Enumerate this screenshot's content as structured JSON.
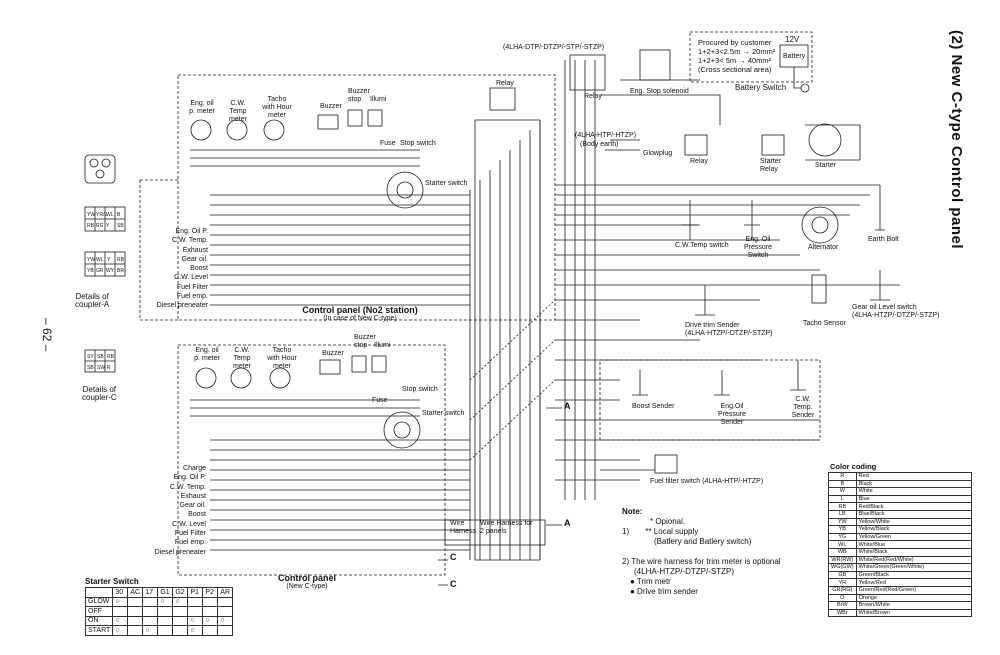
{
  "title": "(2) New C-type Control panel",
  "page_number": "– 62 –",
  "coupler_a": {
    "caption": [
      "Details of",
      "coupler-A"
    ],
    "grid1": [
      "YW",
      "YR/L",
      "WL",
      "B",
      "RB",
      "RG",
      "Y",
      "SB"
    ],
    "grid2": [
      "YW",
      "WL",
      "Y",
      "RB",
      "YB",
      "GR",
      "WY",
      "BR"
    ]
  },
  "coupler_c": {
    "caption": [
      "Details of",
      "coupler-C"
    ],
    "grid": [
      "SY",
      "SB",
      "RB",
      "SB",
      "SW",
      "R"
    ]
  },
  "panel_no2": {
    "name": "Control panel (No2 station)",
    "sub": "(In case of New C-type)",
    "labels": [
      "Eng. Oil P.",
      "C.W. Temp.",
      "Exhaust",
      "Gear oil.",
      "Boost",
      "C.W. Level",
      "Fuel Filter",
      "Fuel emp.",
      "Diesel preneater"
    ],
    "meters": [
      "Eng. oil p. meter",
      "C.W. Temp meter",
      "Tacho with Hour meter",
      "Buzzer",
      "Buzzer stop",
      "Illumi"
    ]
  },
  "panel_main": {
    "name": "Control panel",
    "sub": "(New C-type)",
    "labels": [
      "Charge",
      "Eng. Oil P.",
      "C.W. Temp.",
      "Exhaust",
      "Gear oil.",
      "Boost",
      "C.W. Level",
      "Fuel Filter",
      "Fuel emp.",
      "Diesel preneater"
    ],
    "meters": [
      "Eng. oil p. meter",
      "C.W. Temp meter",
      "Tacho with Hour meter",
      "Buzzer",
      "Buzzer stop",
      "Illumi"
    ]
  },
  "components": {
    "relay_top": "Relay",
    "relay_left": "Relay",
    "eng_stop": "Eng. Stop solenoid",
    "variant_top": "(4LHA-DTP/-DTZP/-STP/-STZP)",
    "variant_body": "(4LHA-HTP/-HTZP)",
    "body_earth": "(Body earth)",
    "glowplug": "Glowplug",
    "relay_mid": "Relay",
    "starter_relay": "Starter Relay",
    "starter": "Starter",
    "cw_temp_switch": "C.W.Temp switch",
    "eng_oil_switch": "Eng. Oil Pressure Switch",
    "alternator": "Alternator",
    "earth_bolt": "Earth Bolt",
    "tacho_sensor": "Tacho Sensor",
    "gear_oil": "Gear oil Level switch",
    "gear_oil_sub": "(4LHA-HTZP/-DTZP/-STZP)",
    "drive_trim": "Drive trim Sender",
    "drive_trim_sub": "(4LHA-HTZP/-DTZP/-STZP)",
    "boost_sender": "Boost Sender",
    "eng_oil_sender": "Eng.Oil Pressure Sender",
    "cw_sender": "C.W. Temp. Sender",
    "fuel_filter": "Fuel filter switch (4LHA-HTP/-HTZP)",
    "wire_harness": "Wire Harness",
    "wire_harness_2": "Wire Harness for 2 panels",
    "fuse": "Fuse",
    "stop_switch": "Stop switch",
    "starter_switch": "Starter switch",
    "battery_switch": "Battery Switch",
    "battery": "Battery",
    "voltage": "12V",
    "marker_a": "A",
    "marker_c": "C"
  },
  "procured": {
    "lines": [
      "Procured by customer",
      "1+2+3<2.5m → 20mm²",
      "1+2+3< 5m → 40mm²",
      "(Cross sectional area)"
    ]
  },
  "color_coding": {
    "title": "Color coding",
    "rows": [
      [
        "R",
        "Red"
      ],
      [
        "B",
        "Black"
      ],
      [
        "W",
        "White"
      ],
      [
        "L",
        "Blue"
      ],
      [
        "RB",
        "Red/Black"
      ],
      [
        "LB",
        "Blue/Black"
      ],
      [
        "YW",
        "Yellow/White"
      ],
      [
        "YB",
        "Yellow/Black"
      ],
      [
        "YG",
        "Yellow/Green"
      ],
      [
        "WL",
        "White/Blue"
      ],
      [
        "WB",
        "White/Black"
      ],
      [
        "WR(RW)",
        "White/Red(Red/White)"
      ],
      [
        "WG(GW)",
        "White/Green(Green/White)"
      ],
      [
        "GB",
        "Green/Black"
      ],
      [
        "YR",
        "Yellow/Red"
      ],
      [
        "GR(RG)",
        "Green/Red(Red/Green)"
      ],
      [
        "O",
        "Orange"
      ],
      [
        "BrW",
        "Brown/White"
      ],
      [
        "WBr",
        "White/Brown"
      ]
    ]
  },
  "starter_switch_table": {
    "title": "Starter Switch",
    "headers": [
      "",
      "30",
      "AC",
      "17",
      "G1",
      "G2",
      "P1",
      "P2",
      "AR"
    ],
    "rows": [
      "GLOW",
      "OFF",
      "ON",
      "START"
    ]
  },
  "note": {
    "heading": "Note:",
    "l1": "* Opional.",
    "l2": "** Local supply",
    "l3": "(Batlery and Batlery switch)",
    "l4": "2)  The wire harness for trim meter is optional",
    "l5": "(4LHA-HTZP/-DTZP/-STZP)",
    "l6": "● Trim metr",
    "l7": "● Drive trim sender",
    "n1": "1)"
  },
  "colors": {
    "ink": "#1a1a1a",
    "paper": "#ffffff"
  }
}
